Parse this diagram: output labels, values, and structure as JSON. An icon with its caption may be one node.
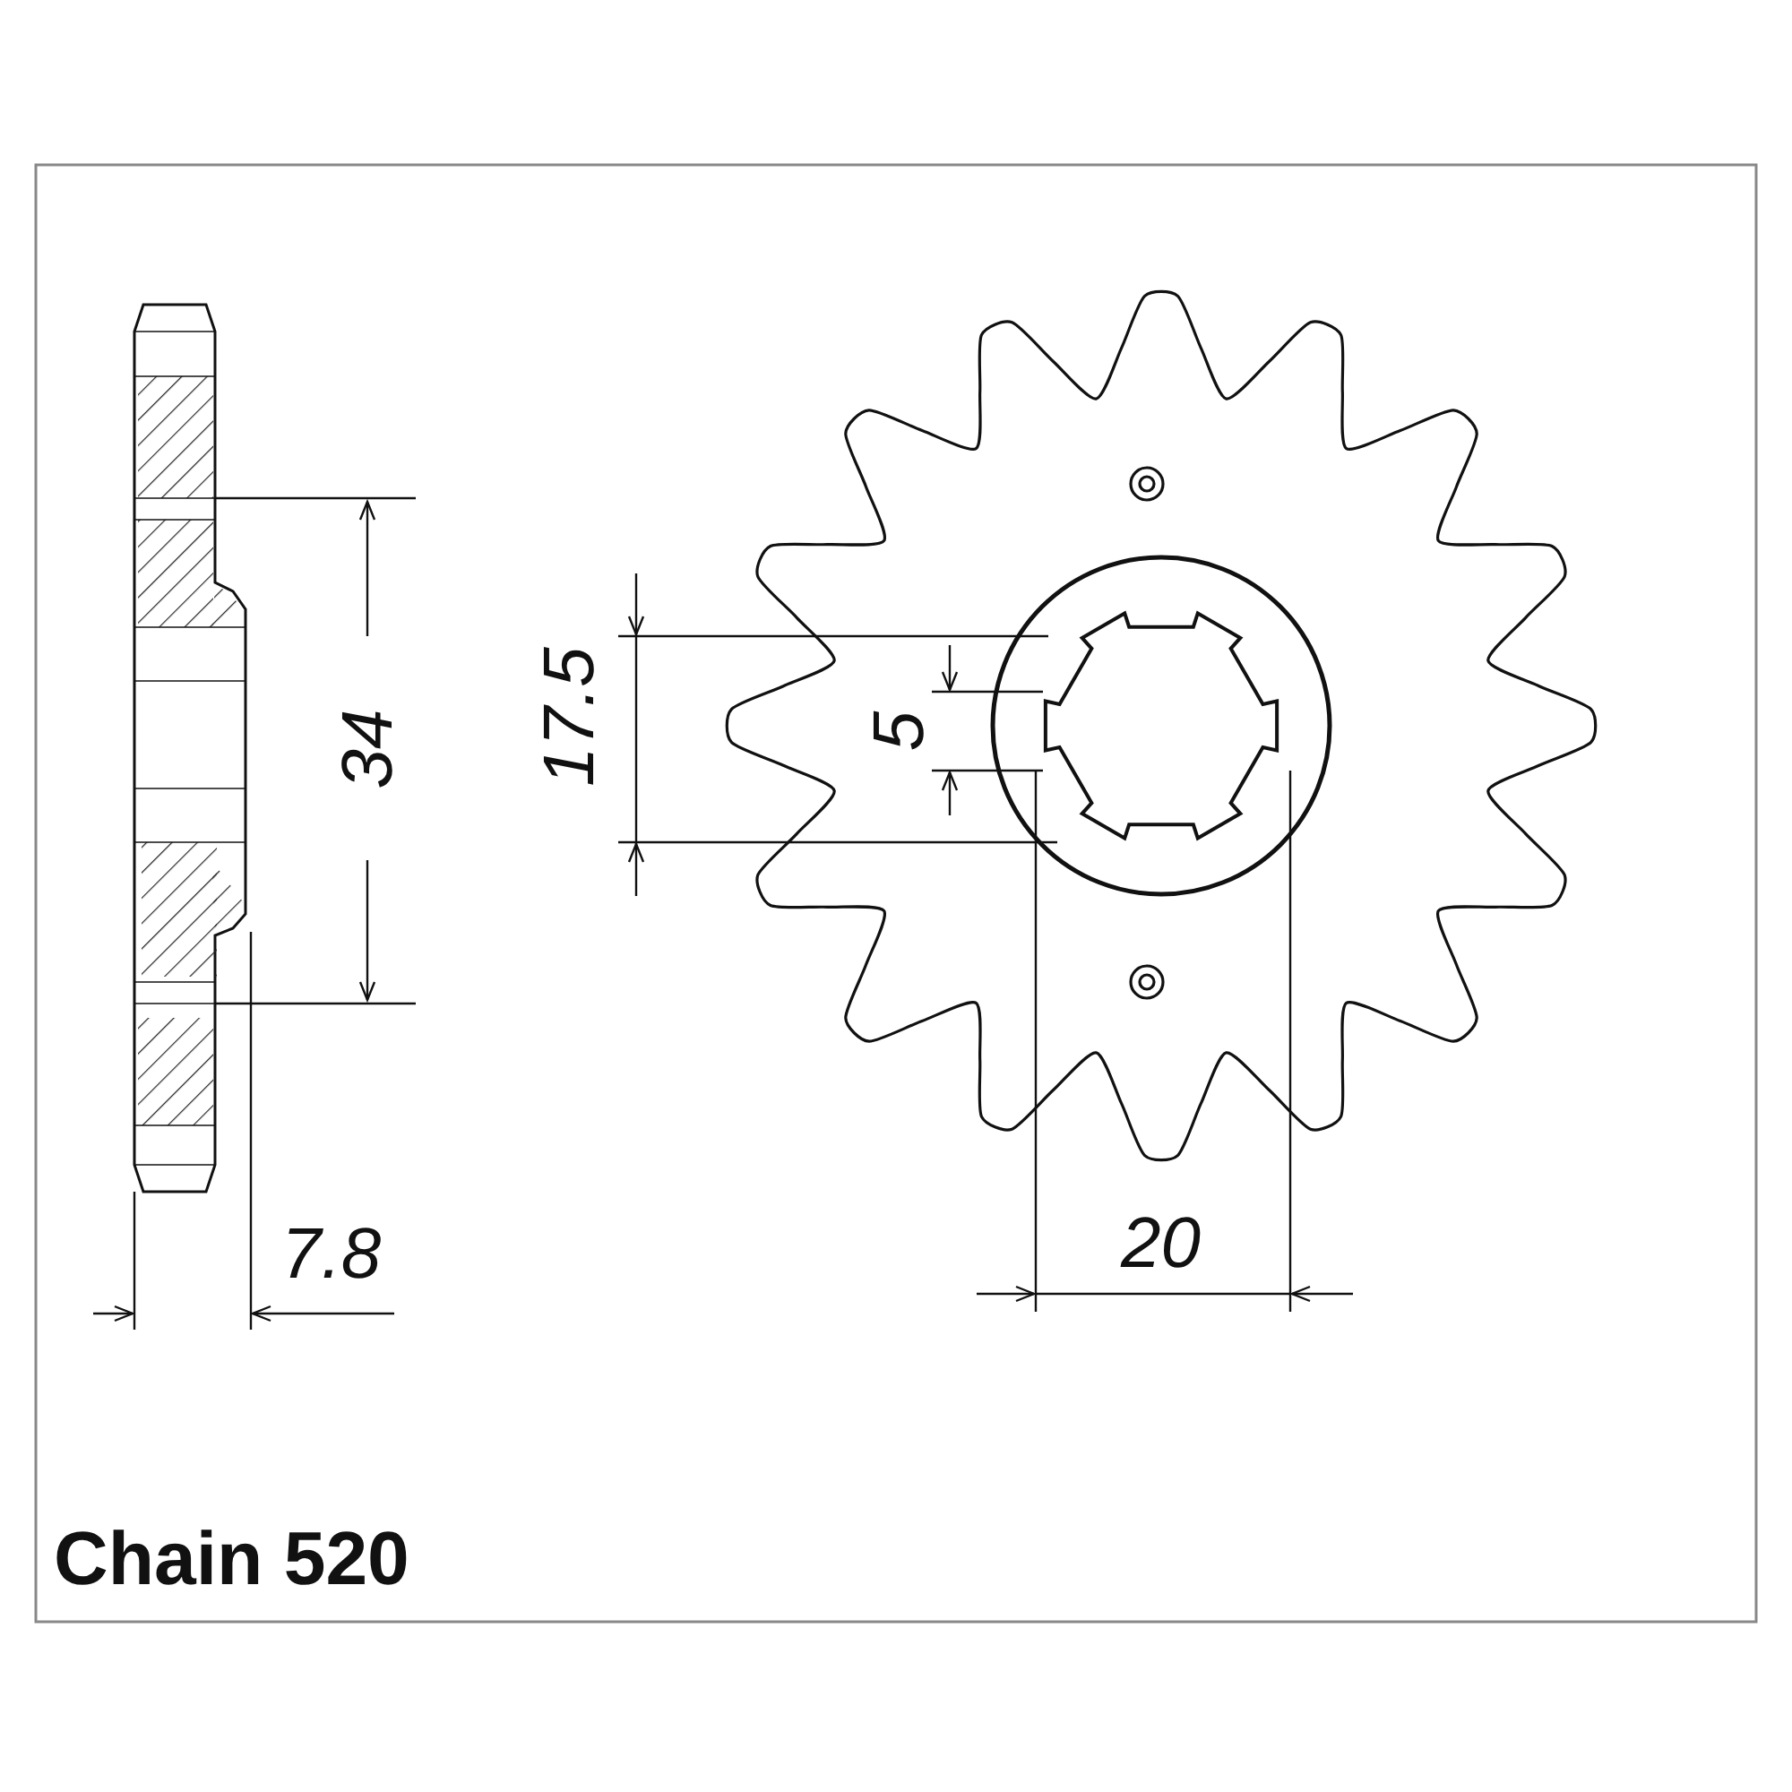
{
  "diagram": {
    "labels": [
      "34",
      "17.5",
      "5",
      "7.8",
      "20",
      "Chain 520"
    ]
  }
}
